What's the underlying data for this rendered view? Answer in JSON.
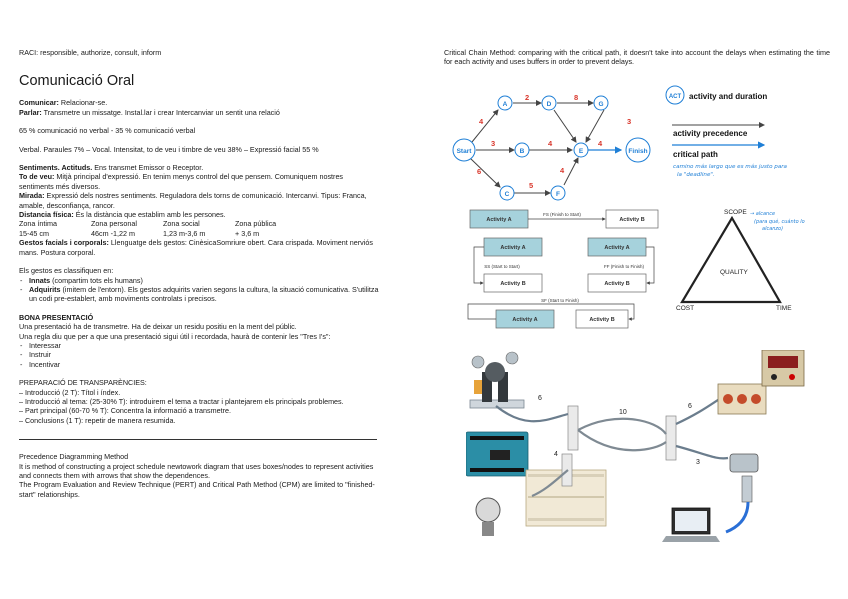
{
  "left": {
    "raci": "RACI: responsible, authorize, consult, inform",
    "title": "Comunicació Oral",
    "comunicar_label": "Comunicar:",
    "comunicar_text": " Relacionar-se.",
    "parlar_label": "Parlar:",
    "parlar_text": " Transmetre un missatge. Instal.lar i crear Intercanviar un sentit una relació",
    "pct": "65 % comunicació no verbal - 35 % comunicació verbal",
    "verbal": "Verbal. Paraules 7% – Vocal. Intensitat, to de veu i timbre de veu 38% – Expressió facial 55 %",
    "sentiments_label": "Sentiments. Actituds.",
    "sentiments_text": " Ens transmet Emissor o Receptor.",
    "toveu_label": "To de veu:",
    "toveu_text": " Mitjà principal d'expressió. En tenim menys control del que pensem. Comuniquem nostres sentiments més diversos.",
    "mirada_label": "Mirada:",
    "mirada_text": " Expressió dels nostres sentiments. Reguladora dels torns de comunicació. Intercanvi. Tipus: Franca, amable, desconfiança, rancor.",
    "distancia_label": "Distancia física:",
    "distancia_text": " És la distància que establim amb les persones.",
    "zones_header": [
      "Zona íntima",
      "Zona personal",
      "Zona social",
      "Zona pública"
    ],
    "zones_values": [
      "15-45 cm",
      "46cm -1,22 m",
      "1,23 m-3,6 m",
      "+ 3,6 m"
    ],
    "gestos_label": "Gestos facials i corporals:",
    "gestos_text": " Llenguatge dels gestos: CinèsicaSomriure obert. Cara crispada. Moviment nerviós mans. Postura corporal.",
    "classify": "Els gestos es classifiquen en:",
    "innats_label": "Innats",
    "innats_text": " (compartim tots els humans)",
    "adquirits_label": "Adquirits",
    "adquirits_text": " (imitem de l'entorn). Els gestos adquirits varien segons la cultura, la situació comunicativa. S'utilitza un codi pre-establert, amb moviments controlats i precisos.",
    "bona_title": "BONA PRESENTACIÓ",
    "bona_1": "Una presentació ha de transmetre. Ha de deixar un residu positiu en la ment del públic.",
    "bona_2": "Una regla diu que per a que una presentació sigui útil i recordada, haurà de contenir les \"Tres I's\":",
    "three_i": [
      "Interessar",
      "Instruir",
      "Incentivar"
    ],
    "prep_title": "PREPARACIÓ DE TRANSPARÈNCIES:",
    "prep_items": [
      "– Introducció (2 T): Títol i índex.",
      "– Introducció al tema: (25-30% T): introduirem el tema a tractar i plantejarem els principals problemes.",
      "– Part principal (60-70 % T): Concentra la informació a transmetre.",
      "– Conclusions (1 T): repetir de manera resumida."
    ],
    "pdm_title": "Precedence Diagramming Method",
    "pdm_1": "It is method of constructing a project schedule newtowork diagram that uses boxes/nodes to represent activities and connects them with arrows that show the dependences.",
    "pdm_2": "The Program Evaluation and Review Technique (PERT) and Critical Path Method (CPM) are limited to \"finished-start\" relationships."
  },
  "right": {
    "ccm": "Critical Chain Method: comparing with the critical path, it doesn't take into account the delays when estimating the time for each activity and uses buffers in order to prevent delays.",
    "pert": {
      "nodes": [
        "Start",
        "A",
        "B",
        "C",
        "D",
        "E",
        "F",
        "G",
        "Finish"
      ],
      "edge_labels": [
        "4",
        "2",
        "8",
        "3",
        "3",
        "4",
        "4",
        "6",
        "5",
        "4"
      ],
      "legend_act": "ACT",
      "legend_act_text": "activity and duration",
      "legend_prec": "activity precedence",
      "legend_crit": "critical path",
      "handwritten": [
        "camino más largo que es más justo para",
        "la \"deadline\"."
      ]
    },
    "pdm": {
      "activity_a": "Activity A",
      "activity_b": "Activity B",
      "fs": "FS  (Finish to Start)",
      "ss": "SS  (Start to Start)",
      "ff": "FF  (Finish to Finish)",
      "sf": "SF  (Start to Finish)"
    },
    "triangle": {
      "scope": "SCOPE",
      "quality": "QUALITY",
      "cost": "COST",
      "time": "TIME",
      "note": [
        "→ alcance",
        "(para qué, cuánto lo",
        "alcanzo)"
      ]
    },
    "circuit": {
      "labels": [
        "6",
        "10",
        "6",
        "4",
        "3"
      ]
    }
  }
}
